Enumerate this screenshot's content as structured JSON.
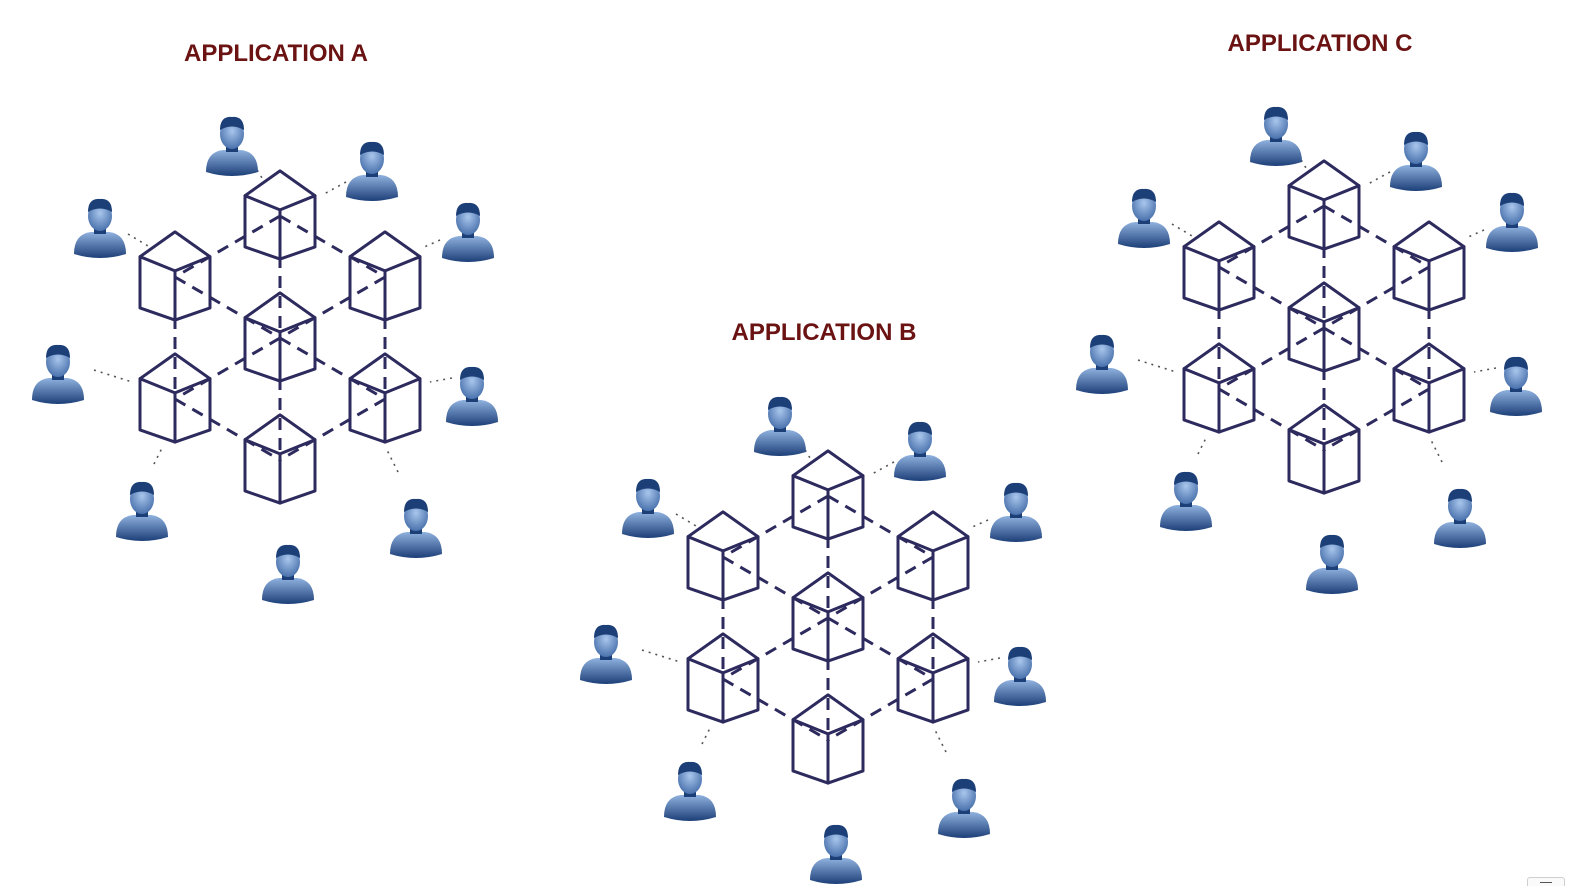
{
  "colors": {
    "title": "#6b1212",
    "cube": "#2d2a5e",
    "link": "#2d2a5e",
    "dots": "#555555",
    "user_light": "#8fb2df",
    "user_dark": "#1d3f78"
  },
  "icons": {
    "user": "user-icon",
    "node": "cube-icon"
  },
  "applications": [
    {
      "title": "APPLICATION A"
    },
    {
      "title": "APPLICATION B"
    },
    {
      "title": "APPLICATION C"
    }
  ]
}
